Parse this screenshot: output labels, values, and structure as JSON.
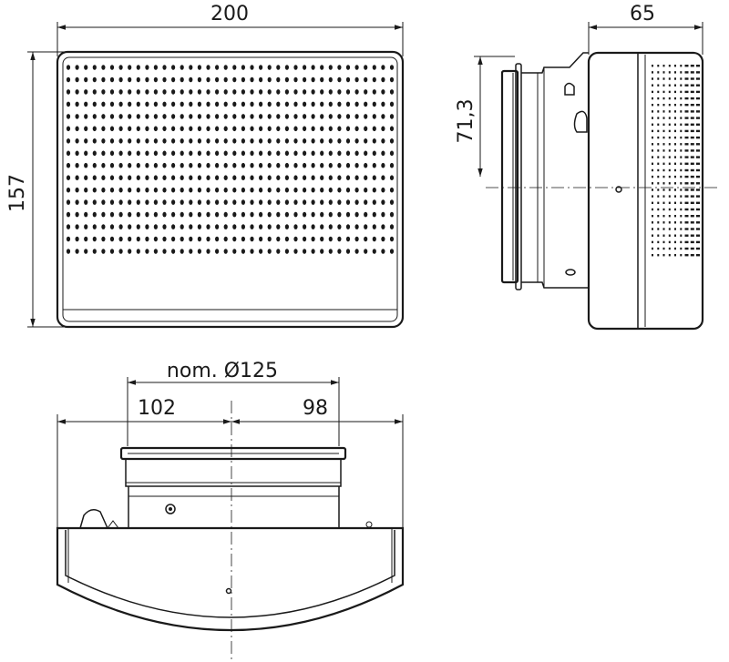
{
  "dimensions": {
    "width": "200",
    "depth": "65",
    "height": "157",
    "center_height": "71,3",
    "nominal_diameter": "nom. Ø125",
    "offset_left": "102",
    "offset_right": "98"
  },
  "colors": {
    "line": "#1a1a1a",
    "background": "#ffffff"
  }
}
